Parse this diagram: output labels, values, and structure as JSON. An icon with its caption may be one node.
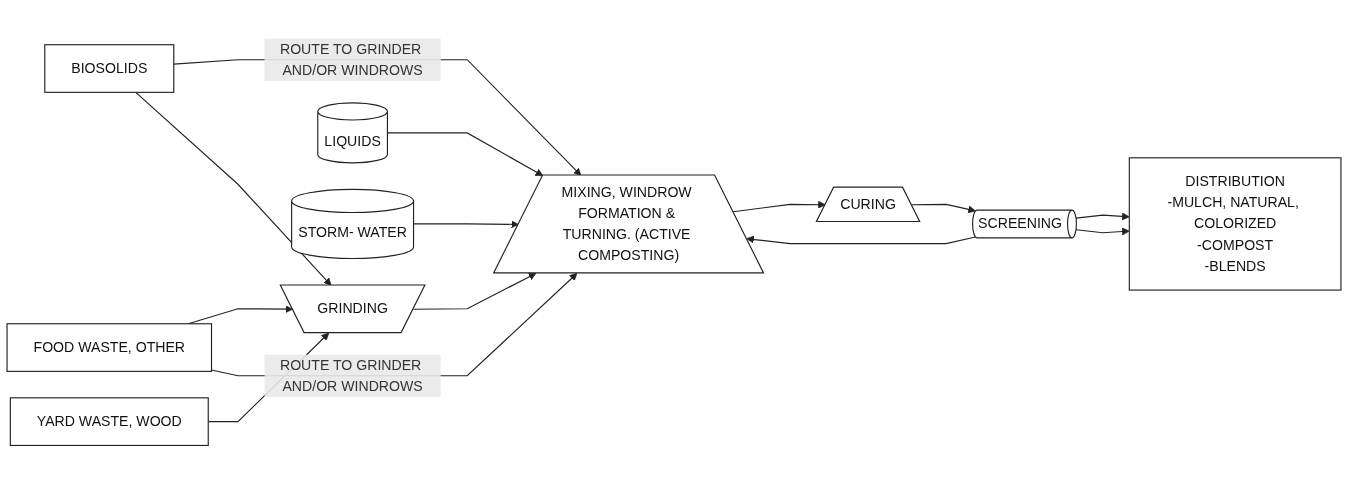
{
  "diagram": {
    "nodes": [
      {
        "text": [
          "BIOSOLIDS"
        ]
      },
      {
        "text": [
          "YARD WASTE, WOOD"
        ]
      },
      {
        "text": [
          "FOOD WASTE, OTHER"
        ]
      },
      {
        "text": [
          "GRINDING"
        ]
      },
      {
        "text": [
          "LIQUIDS"
        ]
      },
      {
        "text": [
          "MIXING, WINDROW FORMATION & TURNING. (ACTIVE COMPOSTING)"
        ]
      },
      {
        "text": [
          "STORM- WATER"
        ]
      },
      {
        "text": [
          "CURING"
        ]
      },
      {
        "text": [
          "SCREENING"
        ]
      },
      {
        "text": [
          "DISTRIBUTION",
          "-MULCH, NATURAL, COLORIZED",
          "-COMPOST",
          "-BLENDS"
        ]
      }
    ],
    "edges": [
      {
        "from": 0,
        "to": 5,
        "arrow": "to",
        "label": "ROUTE TO GRINDER AND/OR WINDROWS"
      },
      {
        "from": 0,
        "to": 3,
        "arrow": "to"
      },
      {
        "from": 1,
        "to": 3,
        "arrow": "to"
      },
      {
        "from": 2,
        "to": 3,
        "arrow": "to"
      },
      {
        "from": 2,
        "to": 5,
        "arrow": "to",
        "label": "ROUTE TO GRINDER AND/OR WINDROWS"
      },
      {
        "from": 3,
        "to": 5,
        "arrow": "to"
      },
      {
        "from": 4,
        "to": 5,
        "arrow": "to"
      },
      {
        "from": 6,
        "to": 5,
        "arrow": "to"
      },
      {
        "from": 5,
        "to": 7,
        "arrow": "to"
      },
      {
        "from": 7,
        "to": 8,
        "arrow": "to"
      },
      {
        "from": 8,
        "to": 9,
        "arrow": "to"
      },
      {
        "from": 8,
        "to": 5,
        "arrow": "to"
      },
      {
        "from": 8,
        "to": 9,
        "arrow": "to"
      }
    ]
  }
}
